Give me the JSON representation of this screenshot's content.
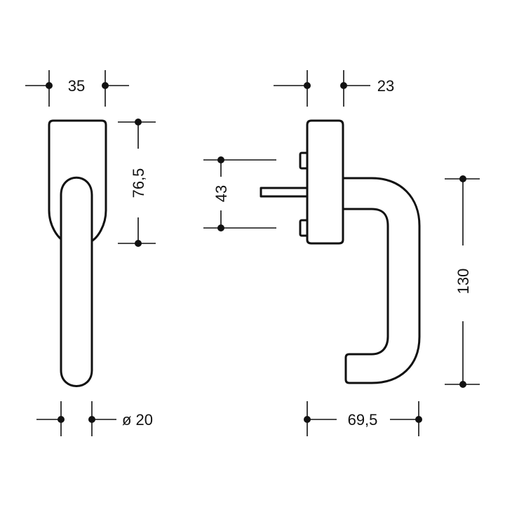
{
  "dimensions": {
    "front_width": "35",
    "side_depth": "23",
    "front_height": "76,5",
    "spindle_spacing": "43",
    "handle_height": "130",
    "grip_diameter": "ø 20",
    "handle_projection": "69,5"
  }
}
